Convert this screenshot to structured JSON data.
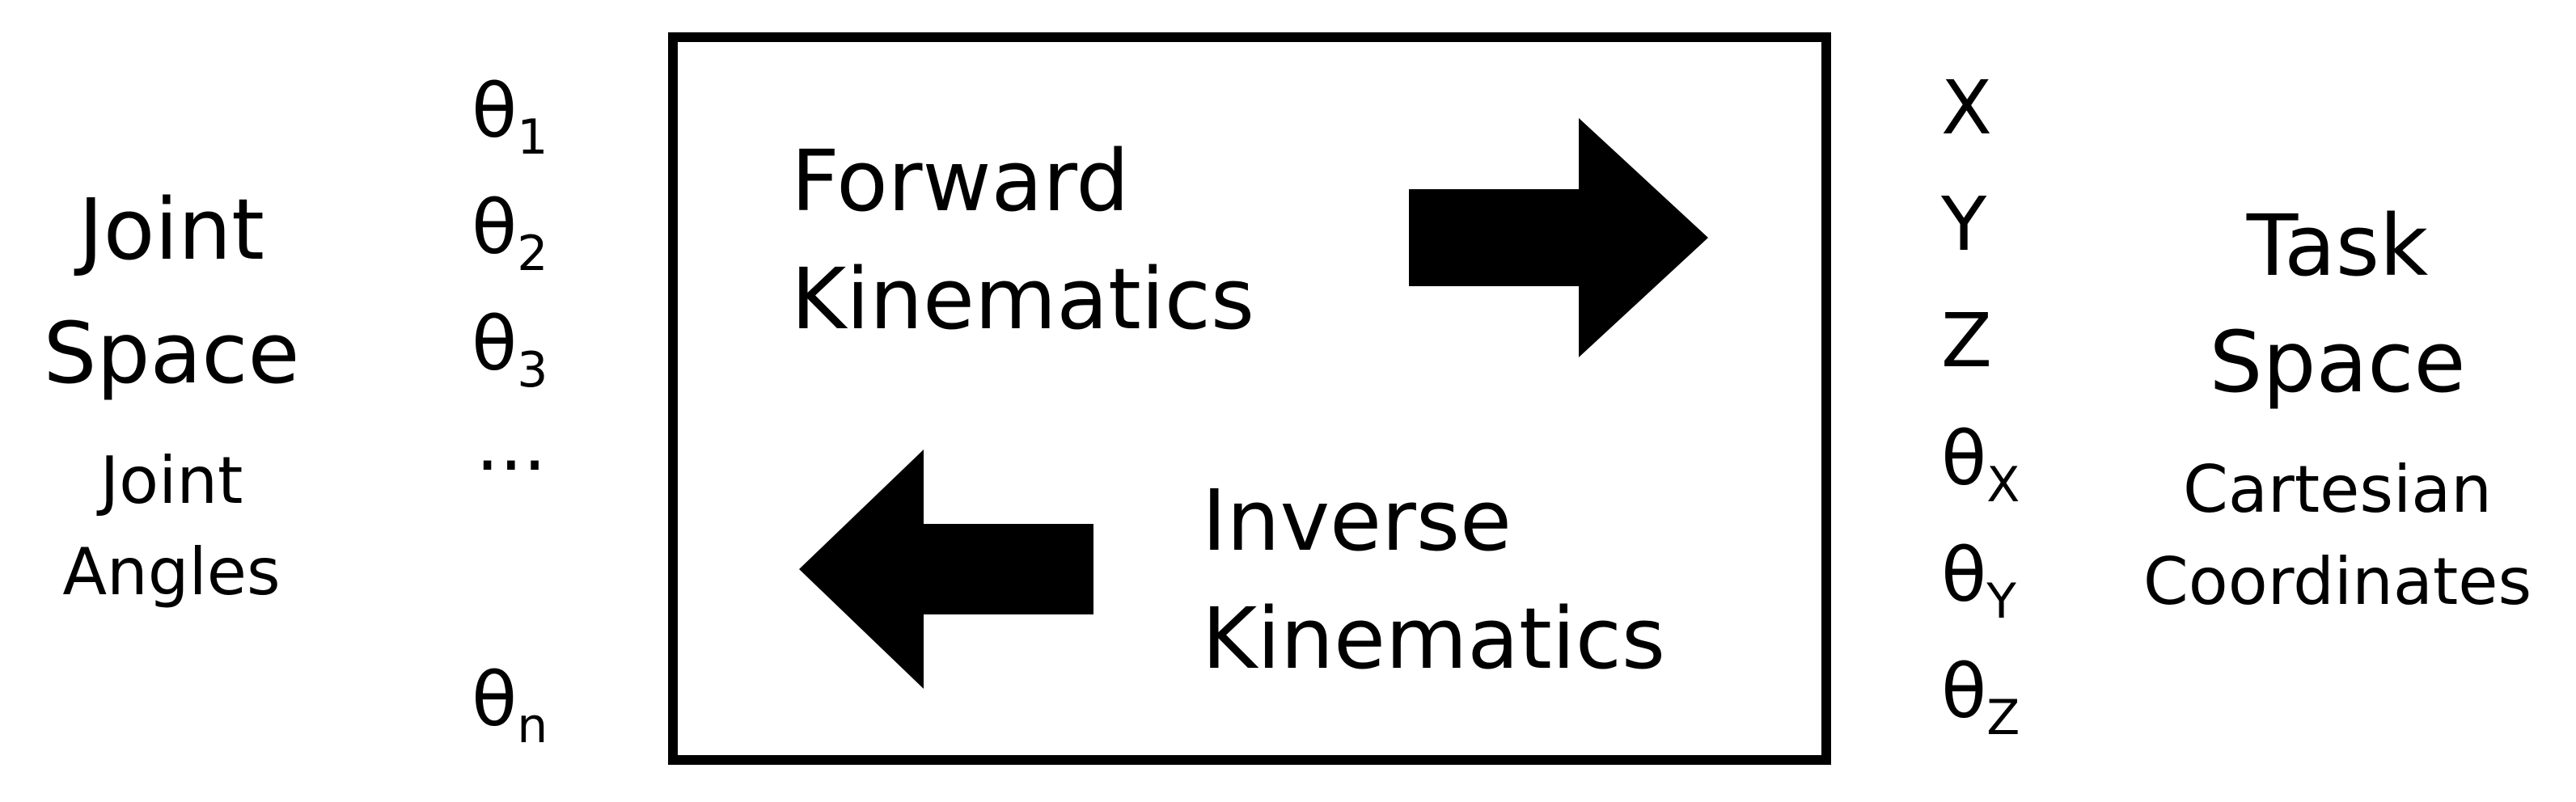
{
  "left": {
    "title_line1": "Joint",
    "title_line2": "Space",
    "subtitle_line1": "Joint",
    "subtitle_line2": "Angles",
    "variables": [
      {
        "base": "θ",
        "sub": "1"
      },
      {
        "base": "θ",
        "sub": "2"
      },
      {
        "base": "θ",
        "sub": "3"
      },
      {
        "base": "···",
        "sub": ""
      },
      {
        "base": "θ",
        "sub": "n"
      }
    ]
  },
  "center": {
    "forward_line1": "Forward",
    "forward_line2": "Kinematics",
    "inverse_line1": "Inverse",
    "inverse_line2": "Kinematics"
  },
  "right": {
    "title_line1": "Task",
    "title_line2": "Space",
    "subtitle_line1": "Cartesian",
    "subtitle_line2": "Coordinates",
    "variables": [
      {
        "base": "X",
        "sub": ""
      },
      {
        "base": "Y",
        "sub": ""
      },
      {
        "base": "Z",
        "sub": ""
      },
      {
        "base": "θ",
        "sub": "X"
      },
      {
        "base": "θ",
        "sub": "Y"
      },
      {
        "base": "θ",
        "sub": "Z"
      }
    ]
  },
  "colors": {
    "line": "#000000",
    "background": "#ffffff"
  },
  "icons": {
    "forward": "right-arrow-icon",
    "inverse": "left-arrow-icon"
  }
}
